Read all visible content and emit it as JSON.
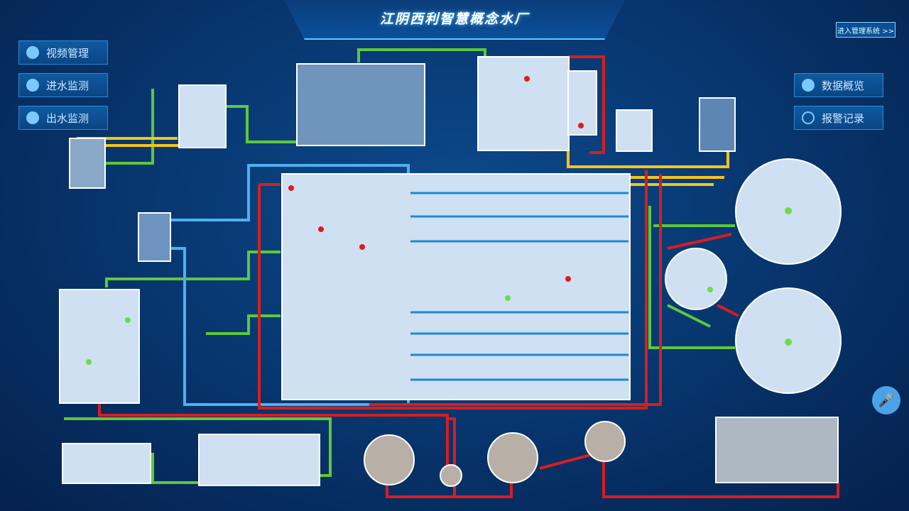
{
  "header": {
    "title": "江阴西利智慧概念水厂",
    "top_right_button": "进入管理系统 >>"
  },
  "left_menu": [
    {
      "label": "视频管理",
      "icon": "camera-icon"
    },
    {
      "label": "进水监测",
      "icon": "water-drop-icon"
    },
    {
      "label": "出水监测",
      "icon": "water-drop-icon"
    }
  ],
  "right_menu": [
    {
      "label": "数据概览",
      "icon": "eye-icon"
    },
    {
      "label": "报警记录",
      "icon": "history-icon"
    }
  ],
  "colors": {
    "red_pipe": "#d81e1e",
    "green_pipe": "#5dc83a",
    "yellow_pipe": "#f5c518",
    "blue_pipe": "#4fb0f0",
    "tank": "#c9dcef"
  }
}
